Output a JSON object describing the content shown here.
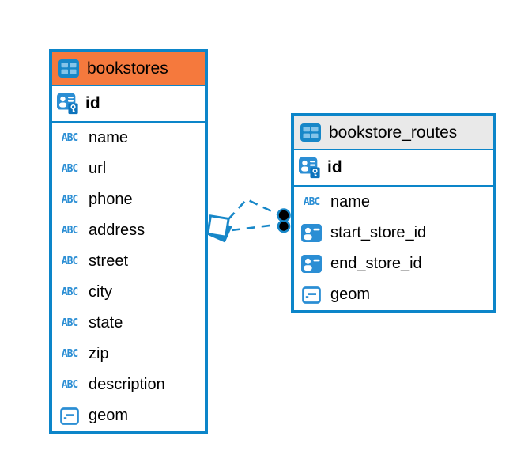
{
  "diagram": {
    "colors": {
      "table_border_blue": "#0c85c9",
      "icon_blue": "#2b8ed4",
      "bookstores_header": "#f5793d",
      "routes_header": "#e9e9e9",
      "connector_blue": "#1787c8",
      "connector_dot_fill": "#000000"
    },
    "icons": {
      "text_type_glyph": "ABC"
    },
    "bookstores": {
      "title": "bookstores",
      "primary_key": {
        "label": "id",
        "type": "primary-key"
      },
      "columns": [
        {
          "label": "name",
          "type": "text"
        },
        {
          "label": "url",
          "type": "text"
        },
        {
          "label": "phone",
          "type": "text"
        },
        {
          "label": "address",
          "type": "text"
        },
        {
          "label": "street",
          "type": "text"
        },
        {
          "label": "city",
          "type": "text"
        },
        {
          "label": "state",
          "type": "text"
        },
        {
          "label": "zip",
          "type": "text"
        },
        {
          "label": "description",
          "type": "text"
        },
        {
          "label": "geom",
          "type": "geometry"
        }
      ]
    },
    "bookstore_routes": {
      "title": "bookstore_routes",
      "primary_key": {
        "label": "id",
        "type": "primary-key"
      },
      "columns": [
        {
          "label": "name",
          "type": "text"
        },
        {
          "label": "start_store_id",
          "type": "reference"
        },
        {
          "label": "end_store_id",
          "type": "reference"
        },
        {
          "label": "geom",
          "type": "geometry"
        }
      ]
    },
    "relationship": {
      "from_table": "bookstores",
      "to_table": "bookstore_routes",
      "line_style": "dashed",
      "line_count": 2
    }
  }
}
